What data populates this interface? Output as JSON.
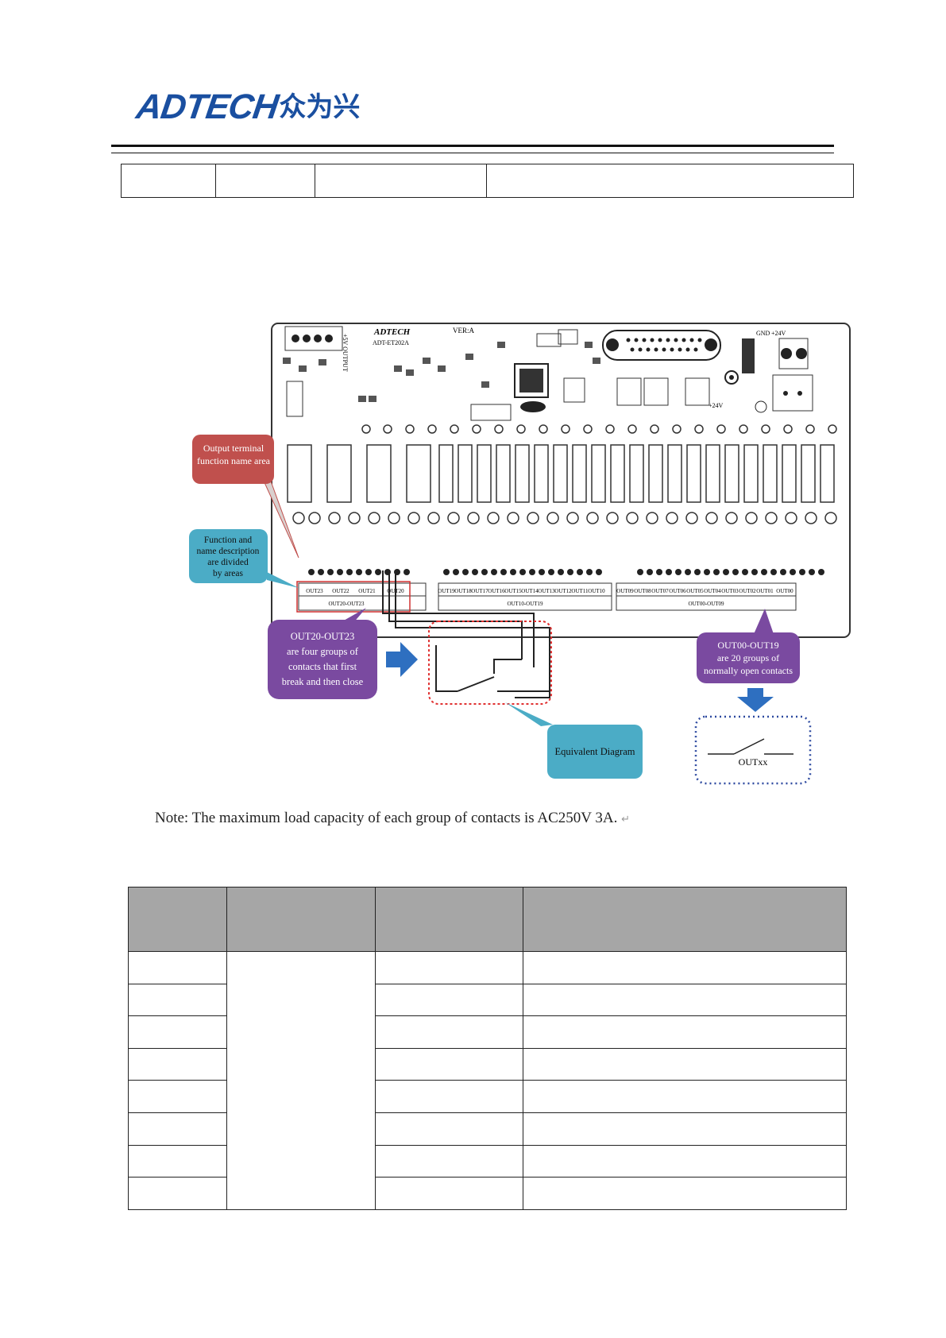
{
  "header": {
    "logo_text": "ADTECH",
    "logo_cn": "众为兴"
  },
  "figure": {
    "board_model": "ADT-ET202A",
    "board_brand": "ADTECH",
    "version": "VER:A",
    "power_labels": [
      "GND",
      "+24V"
    ],
    "led_label": "+24V",
    "side_label": "+5V OUTPUT",
    "callouts": {
      "output_area": "Output terminal function name area",
      "function_desc": [
        "Function and",
        "name description",
        "are divided",
        "by areas"
      ],
      "out20_23": [
        "OUT20-OUT23",
        "are four groups of",
        "contacts that first",
        "break and then close"
      ],
      "out00_19": [
        "OUT00-OUT19",
        "are 20 groups of",
        "normally open contacts"
      ],
      "equivalent": "Equivalent Diagram",
      "outxx": "OUTxx"
    },
    "groups": {
      "g1_labels": [
        "OUT23",
        "OUT22",
        "OUT21",
        "OUT20"
      ],
      "g1_range": "OUT20-OUT23",
      "g2_labels": [
        "OUT19",
        "OUT18",
        "OUT17",
        "OUT16",
        "OUT15",
        "OUT14",
        "OUT13",
        "OUT12",
        "OUT11",
        "OUT10"
      ],
      "g2_range": "OUT10-OUT19",
      "g3_labels": [
        "OUT09",
        "OUT08",
        "OUT07",
        "OUT06",
        "OUT05",
        "OUT04",
        "OUT03",
        "OUT02",
        "OUT01",
        "OUT00"
      ],
      "g3_range": "OUT00-OUT09"
    },
    "colors": {
      "red_callout": "#c0504d",
      "teal_callout": "#4bacc6",
      "purple_callout": "#7a4aa0",
      "arrow_blue": "#2e6fc0",
      "red_dashed": "#e03030",
      "blue_dashed": "#2e4aa0"
    }
  },
  "note": "Note: The maximum load capacity of each group of contacts is AC250V 3A.",
  "note_mark": "↵"
}
